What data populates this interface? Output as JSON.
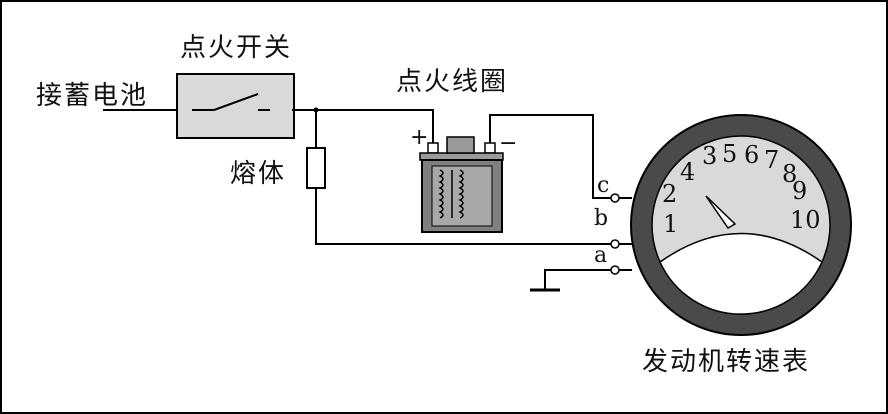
{
  "labels": {
    "battery": "接蓄电池",
    "ignition_switch": "点火开关",
    "ignition_coil": "点火线圈",
    "fuse": "熔体",
    "tachometer": "发动机转速表"
  },
  "terminals": {
    "c": "c",
    "b": "b",
    "a": "a"
  },
  "polarity": {
    "plus": "+",
    "minus": "−"
  },
  "dial_numbers": [
    "1",
    "2",
    "3",
    "4",
    "5",
    "6",
    "7",
    "8",
    "9",
    "10"
  ],
  "colors": {
    "meter_ring": "#4a4a4a",
    "meter_face_top": "#d9d9d9",
    "coil_body": "#7f7f7f",
    "switch_box": "#d9d9d9",
    "wire": "#000000"
  }
}
